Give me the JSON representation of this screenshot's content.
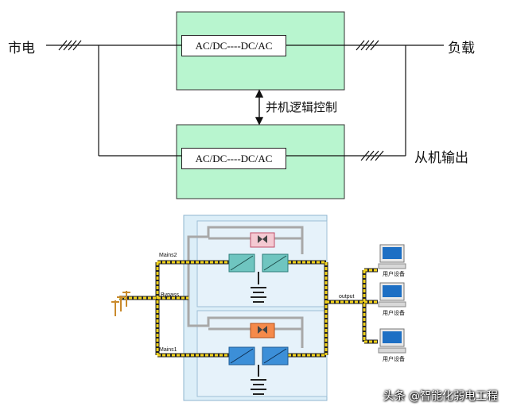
{
  "top_diagram": {
    "mains_label": "市电",
    "load_label": "负载",
    "parallel_control_label": "并机逻辑控制",
    "slave_output_label": "从机输出",
    "converter_upper": "AC/DC----DC/AC",
    "converter_lower": "AC/DC----DC/AC",
    "colors": {
      "module_fill": "#b8f5cf",
      "line": "#111111"
    }
  },
  "bottom_diagram": {
    "mains2_label": "Mains2",
    "bypass_label": "Bypass",
    "mains1_label": "Mains1",
    "output_label": "output",
    "device_labels": [
      "用户设备",
      "用户设备",
      "用户设备"
    ],
    "colors": {
      "panel_fill": "#dceef8",
      "cable_yellow": "#f2d21b",
      "converter_blue": "#3c8fd8",
      "converter_teal": "#6fc5c0",
      "bypass_pink": "#f4c9d2",
      "bypass_orange": "#f58a4a"
    }
  },
  "watermark": "头条 @智能化弱电工程"
}
